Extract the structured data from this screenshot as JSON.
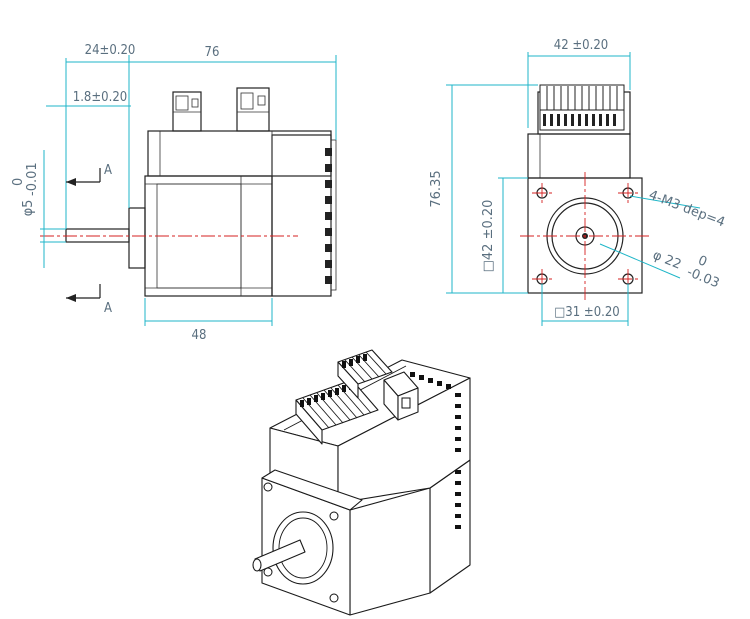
{
  "side_view": {
    "dim_top_total": "76",
    "dim_flange_depth": "24±0.20",
    "dim_boss": "1.8±0.20",
    "dim_shaft_dia_nominal": "φ5",
    "dim_shaft_dia_upper": "0",
    "dim_shaft_dia_lower": "-0.01",
    "dim_body_length": "48",
    "section_label_top": "A",
    "section_label_bottom": "A"
  },
  "front_view": {
    "dim_top_width": "42 ±0.20",
    "dim_height": "76.35",
    "dim_flange_square": "□42 ±0.20",
    "dim_hole_spacing": "□31 ±0.20",
    "dim_holes": "4-M3 dep=4",
    "dim_pilot_nominal": "φ 22",
    "dim_pilot_upper": "0",
    "dim_pilot_lower": "-0.03"
  },
  "colors": {
    "dimension_line": "#1fb6c8",
    "center_line": "#d62020",
    "outline": "#222222"
  }
}
